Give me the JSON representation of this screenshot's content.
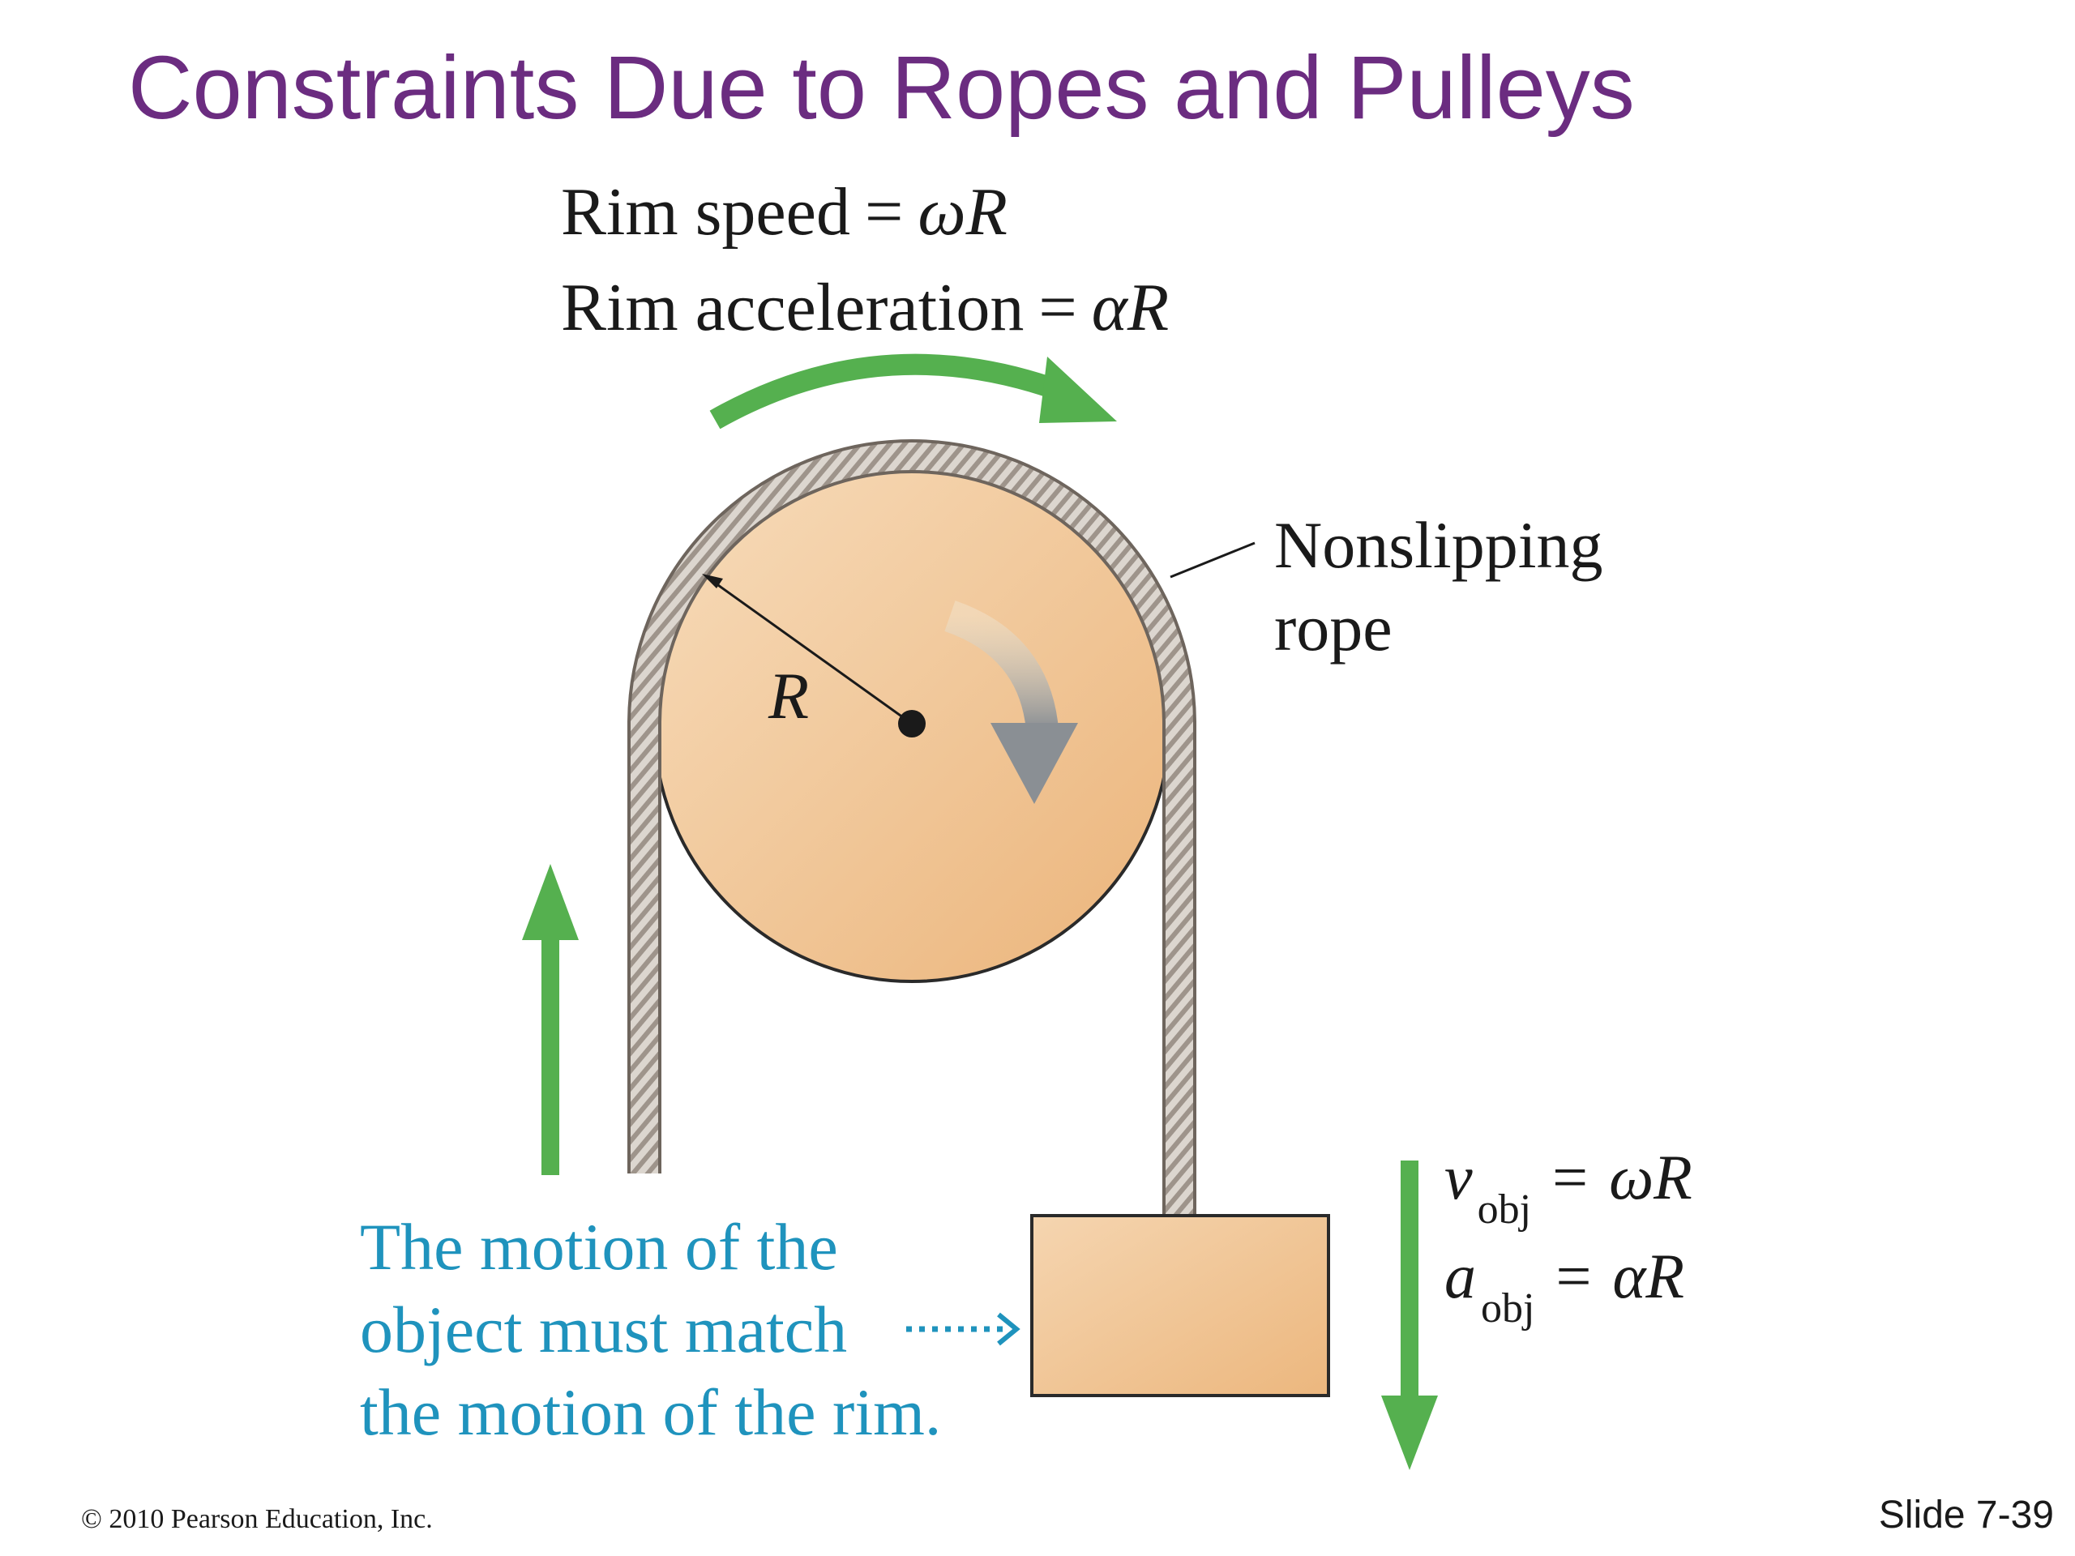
{
  "slide": {
    "title": "Constraints Due to Ropes and Pulleys",
    "footer_copyright": "© 2010 Pearson Education, Inc.",
    "slide_number": "Slide 7-39"
  },
  "diagram": {
    "rim_speed": {
      "label": "Rim speed",
      "eq": "=",
      "rhs": "ωR"
    },
    "rim_accel": {
      "label": "Rim acceleration",
      "eq": "=",
      "rhs": "αR"
    },
    "radius_label": "R",
    "rope_label_line1": "Nonslipping",
    "rope_label_line2": "rope",
    "caption_line1": "The motion of the",
    "caption_line2": "object must match",
    "caption_line3": "the motion of the rim.",
    "v_obj": {
      "sym": "v",
      "sub": "obj",
      "eq": "=",
      "rhs": "ωR"
    },
    "a_obj": {
      "sym": "a",
      "sub": "obj",
      "eq": "=",
      "rhs": "αR"
    }
  },
  "colors": {
    "title": "#6b2c80",
    "caption": "#1f93bd",
    "green_arrow": "#55b04f",
    "pulley_fill": "#f2c592",
    "rope": "#a39b94"
  }
}
